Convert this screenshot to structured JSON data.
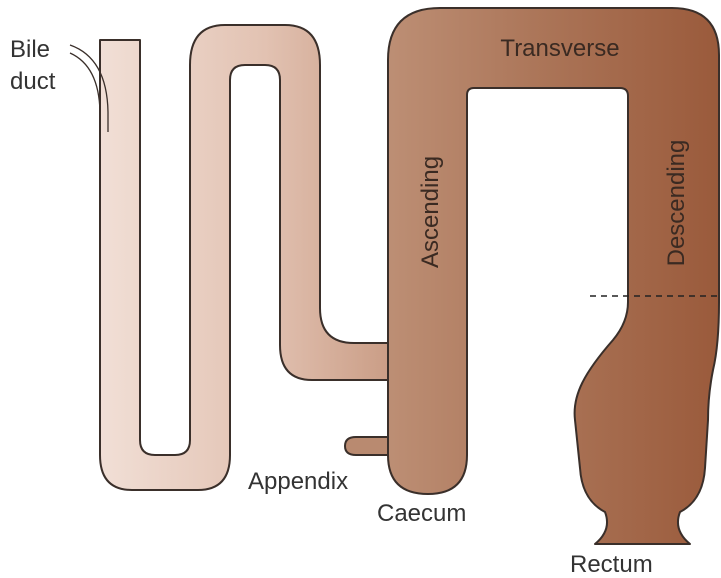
{
  "labels": {
    "bile_duct_line1": "Bile",
    "bile_duct_line2": "duct",
    "transverse": "Transverse",
    "ascending": "Ascending",
    "descending": "Descending",
    "appendix": "Appendix",
    "caecum": "Caecum",
    "rectum": "Rectum"
  },
  "colors": {
    "small_intestine_start": "#f0dcd2",
    "small_intestine_end": "#c99c83",
    "colon_left": "#b98a70",
    "colon_right": "#9c5e3f",
    "outline": "#3a2f2a",
    "text": "#333333"
  }
}
